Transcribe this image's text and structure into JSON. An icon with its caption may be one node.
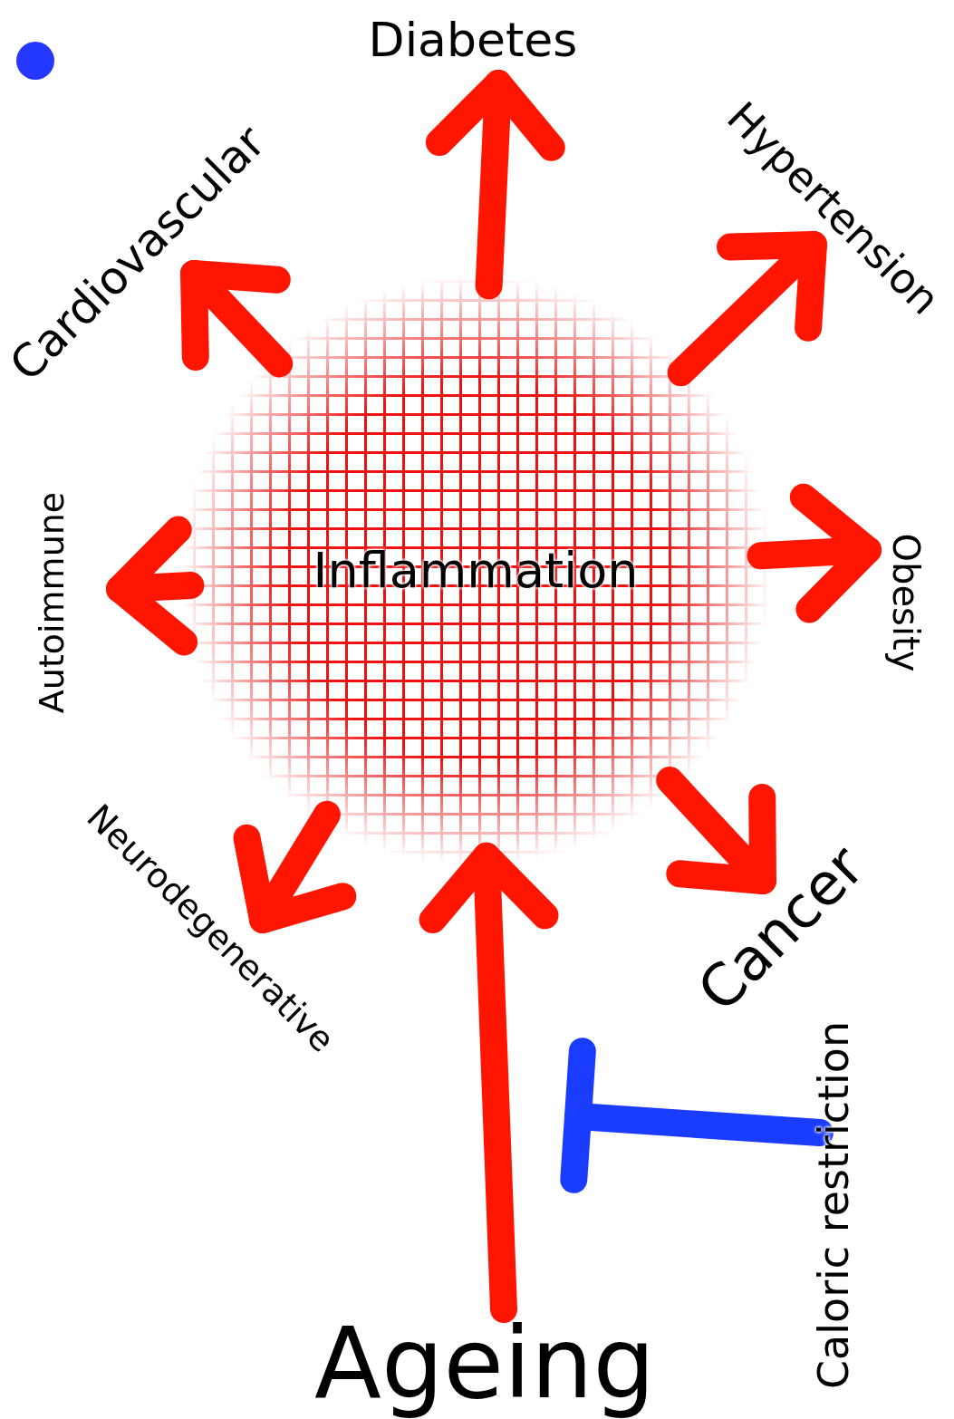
{
  "diagram": {
    "nodes": [
      {
        "text": [
          "Inflammation"
        ]
      },
      {
        "text": [
          "Diabetes"
        ]
      },
      {
        "text": [
          "Hypertension"
        ]
      },
      {
        "text": [
          "Obesity"
        ]
      },
      {
        "text": [
          "Cancer"
        ]
      },
      {
        "text": [
          "Neurodegenerative"
        ]
      },
      {
        "text": [
          "Autoimmune"
        ]
      },
      {
        "text": [
          "Cardiovascular"
        ]
      },
      {
        "text": [
          "Ageing"
        ]
      },
      {
        "text": [
          "Caloric restriction"
        ]
      }
    ],
    "edges": [
      {
        "from": 0,
        "to": 1,
        "arrow": "to"
      },
      {
        "from": 0,
        "to": 2,
        "arrow": "to"
      },
      {
        "from": 0,
        "to": 3,
        "arrow": "to"
      },
      {
        "from": 0,
        "to": 4,
        "arrow": "to"
      },
      {
        "from": 0,
        "to": 5,
        "arrow": "to"
      },
      {
        "from": 0,
        "to": 6,
        "arrow": "to"
      },
      {
        "from": 0,
        "to": 7,
        "arrow": "to"
      },
      {
        "from": 8,
        "to": 0,
        "arrow": "to"
      },
      {
        "from": 9,
        "to": null,
        "arrow": "other",
        "color": "#1a3cff"
      }
    ]
  }
}
